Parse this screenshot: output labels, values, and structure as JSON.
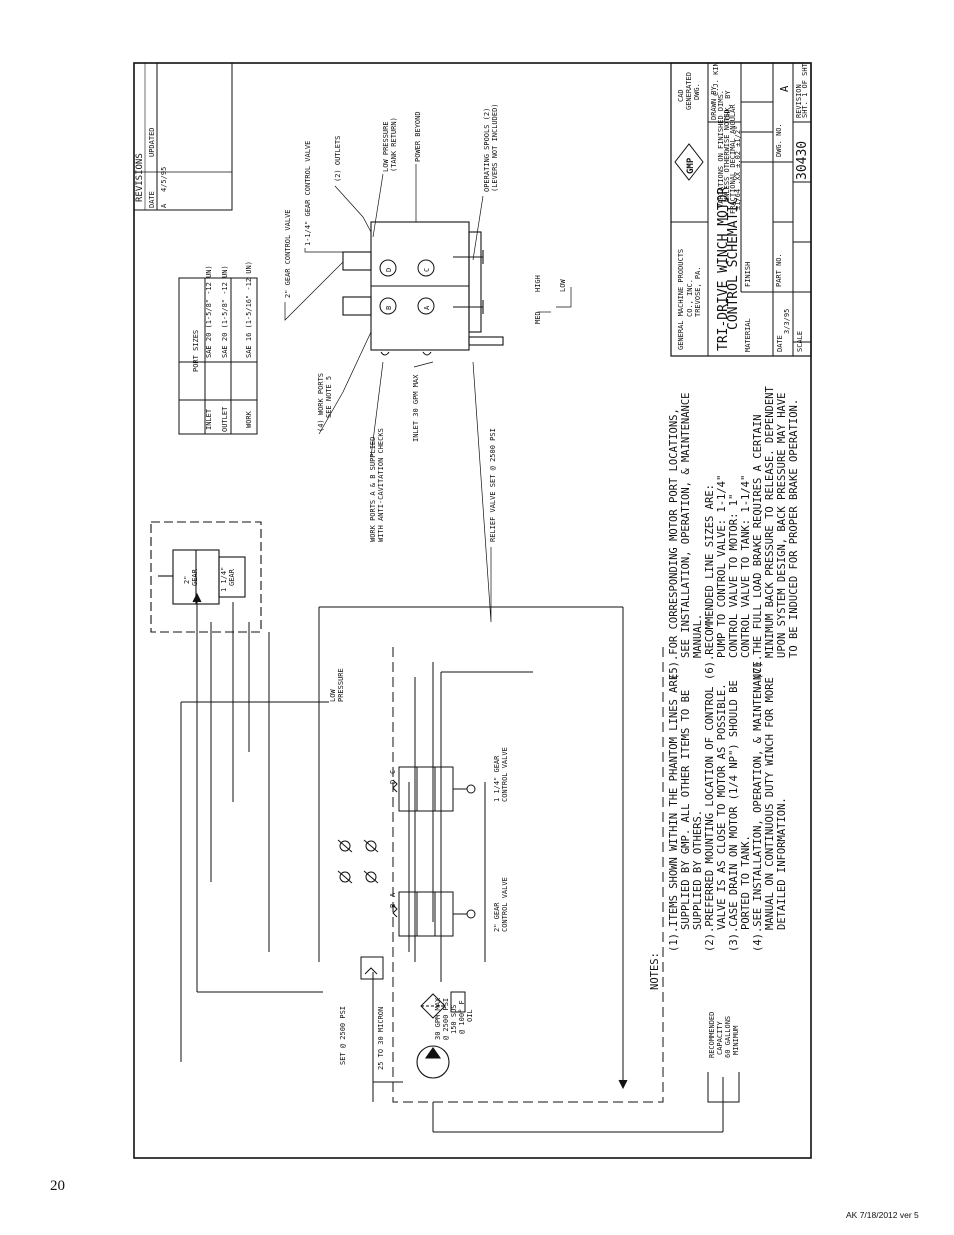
{
  "page_number": "20",
  "footer": "AK 7/18/2012 ver 5",
  "title_block": {
    "company": [
      "GENERAL MACHINE PRODUCTS",
      "CO., INC.",
      "TREVOSE, PA."
    ],
    "logo": "GMP",
    "cad": [
      "CAD",
      "GENERATED",
      "DWG."
    ],
    "drawn_by_label": "DRAWN BY",
    "drawn_by": "C.J. KING",
    "chkd_by_label": "CHK. BY",
    "tolerances": [
      "VARIATIONS ON FINISHED DIMS.",
      "UNLESS OTHERWISE NOTED",
      "FRACTIONAL  DECIMAL  ANGULAR",
      "±1/64  .XX ±.02  ±1/2°",
      ".XXX ±.005"
    ],
    "title_line1": "TRI-DRIVE WINCH MOTOR",
    "title_line2": "CONTROL SCHEMATIC",
    "material_label": "MATERIAL",
    "finish_label": "FINISH",
    "date_label": "DATE",
    "date": "3/3/95",
    "part_no_label": "PART NO.",
    "dwg_no_label": "DWG. NO.",
    "dwg_no": "30430",
    "revision_label": "REVISION",
    "revision": "A",
    "scale_label": "SCALE",
    "sht": "SHT. 1 OF SHT. 1"
  },
  "revisions": {
    "header": "REVISIONS",
    "cols": [
      "DATE",
      "UPDATED"
    ],
    "rows": [
      [
        "A",
        "4/5/95",
        ""
      ]
    ]
  },
  "port_sizes": {
    "title": "PORT SIZES",
    "rows": [
      [
        "INLET",
        "SAE 20 (1-5/8\" -12 UN)"
      ],
      [
        "OUTLET",
        "SAE 20 (1-5/8\" -12 UN)"
      ],
      [
        "WORK",
        "SAE 16 (1-5/16\" -12 UN)"
      ]
    ]
  },
  "valve_callouts": {
    "gear2": "2\" GEAR CONTROL VALVE",
    "gear114": "1-1/4\" GEAR CONTROL VALVE",
    "outlets": "(2) OUTLETS",
    "low_pressure": [
      "LOW PRESSURE",
      "(TANK RETURN)"
    ],
    "power_beyond": "POWER BEYOND",
    "spools": [
      "OPERATING SPOOLS (2)",
      "(LEVERS NOT INCLUDED)"
    ],
    "work_ports": [
      "(4) WORK PORTS",
      "SEE NOTE 5"
    ],
    "anti_cav": [
      "WORK PORTS A & B SUPPLIED",
      "WITH ANTI-CAVITATION CHECKS"
    ],
    "inlet": "INLET 30 GPM MAX",
    "relief": "RELIEF VALVE SET @ 2500 PSI",
    "ports": [
      "B",
      "D",
      "A",
      "C"
    ],
    "med_high": "MED",
    "high": "HIGH",
    "low": "LOW"
  },
  "motor": {
    "gear2": [
      "2\"",
      "GEAR"
    ],
    "gear114": [
      "1 1/4\"",
      "GEAR"
    ]
  },
  "schematic": {
    "low_pressure": [
      "LOW",
      "PRESSURE"
    ],
    "valve114": [
      "1 1/4\" GEAR",
      "CONTROL VALVE"
    ],
    "valve2": [
      "2\" GEAR",
      "CONTROL VALVE"
    ],
    "set_psi": "SET @ 2500 PSI",
    "micron": "25 TO 30 MICRON",
    "pump": [
      "30 GPM MAX",
      "@ 2500 PSI",
      "150 SUS",
      "@ 100° F",
      "OIL"
    ],
    "reservoir": [
      "RECOMMENDED",
      "CAPACITY",
      "60 GALLONS",
      "MINIMUM"
    ],
    "port_letters": [
      "D",
      "C",
      "B",
      "A"
    ]
  },
  "notes": {
    "heading": "NOTES:",
    "lines": [
      "(1).ITEMS SHOWN WITHIN THE PHANTOM LINES ARE",
      "SUPPLIED BY GMP. ALL OTHER ITEMS TO BE",
      "SUPPLIED BY OTHERS.",
      "(2).PREFERRED MOUNTING LOCATION OF CONTROL",
      "VALVE IS AS CLOSE TO MOTOR AS POSSIBLE.",
      "(3).CASE DRAIN ON MOTOR (1/4 NP\") SHOULD BE",
      "PORTED TO TANK.",
      "(4).SEE INSTALLATION, OPERATION, & MAINTENANCE",
      "MANUAL ON CONTINUOUS DUTY WINCH FOR MORE",
      "DETAILED INFORMATION.",
      "(5).FOR CORRESPONDING MOTOR PORT LOCATIONS,",
      "SEE INSTALLATION, OPERATION, & MAINTENANCE",
      "MANUAL.",
      "(6).RECOMMENDED LINE SIZES ARE:",
      "PUMP TO CONTROL VALVE: 1-1/4\"",
      "CONTROL VALVE TO MOTOR: 1\"",
      "CONTROL VALVE TO TANK: 1-1/4\"",
      "(7).THE FULL LOAD BRAKE REQUIRES A CERTAIN",
      "MINIMUM BACK PRESSURE TO RELEASE. DEPENDENT",
      "UPON SYSTEM DESIGN, BACK PRESSURE MAY HAVE",
      "TO BE INDUCED FOR PROPER BRAKE OPERATION."
    ]
  }
}
